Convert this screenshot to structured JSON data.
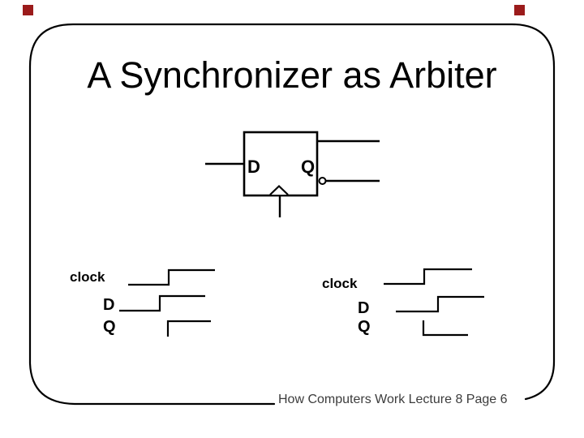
{
  "slide": {
    "title": "A Synchronizer as Arbiter",
    "footer": "How Computers Work Lecture 8 Page 6"
  },
  "colors": {
    "background": "#ffffff",
    "line": "#000000",
    "corner_accent": "#9b1b1b",
    "footer_text": "#3c3c3c"
  },
  "flip_flop": {
    "d_label": "D",
    "q_label": "Q"
  },
  "timing_left": {
    "clock_label": "clock",
    "d_label": "D",
    "q_label": "Q"
  },
  "timing_right": {
    "clock_label": "clock",
    "d_label": "D",
    "q_label": "Q"
  }
}
